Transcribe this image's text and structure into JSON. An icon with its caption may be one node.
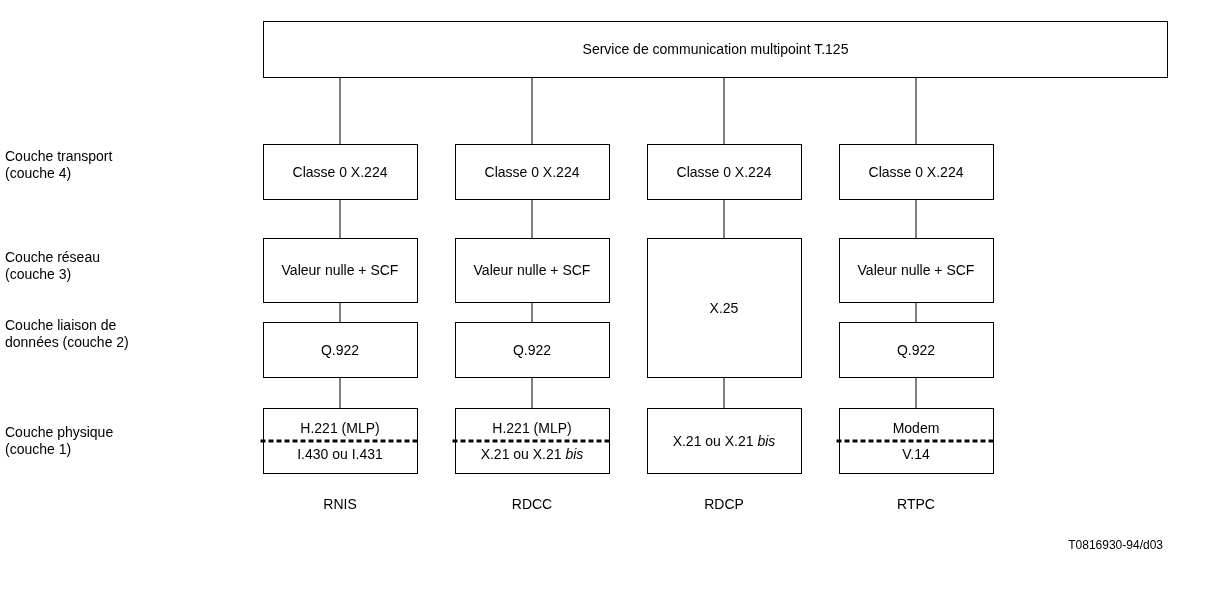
{
  "diagram": {
    "nodes": [
      {
        "text": [
          "Service de communication multipoint T.125"
        ]
      },
      {
        "text": [
          "Classe 0 X.224"
        ]
      },
      {
        "text": [
          "Valeur nulle + SCF"
        ]
      },
      {
        "text": [
          "Q.922"
        ]
      },
      {
        "text": [
          "H.221 (MLP)",
          "I.430 ou I.431"
        ]
      },
      {
        "text": [
          "Classe 0 X.224"
        ]
      },
      {
        "text": [
          "Valeur nulle + SCF"
        ]
      },
      {
        "text": [
          "Q.922"
        ]
      },
      {
        "text": [
          "H.221 (MLP)",
          "X.21 ou X.21 *bis*"
        ]
      },
      {
        "text": [
          "Classe 0 X.224"
        ]
      },
      {
        "text": [
          "X.25"
        ]
      },
      {
        "text": [
          "X.21 ou X.21 *bis*"
        ]
      },
      {
        "text": [
          "Classe 0 X.224"
        ]
      },
      {
        "text": [
          "Valeur nulle + SCF"
        ]
      },
      {
        "text": [
          "Q.922"
        ]
      },
      {
        "text": [
          "Modem",
          "V.14"
        ]
      }
    ],
    "edges": [
      {
        "from": 0,
        "to": 1,
        "arrow": "none"
      },
      {
        "from": 0,
        "to": 5,
        "arrow": "none"
      },
      {
        "from": 0,
        "to": 9,
        "arrow": "none"
      },
      {
        "from": 0,
        "to": 12,
        "arrow": "none"
      },
      {
        "from": 1,
        "to": 2,
        "arrow": "none"
      },
      {
        "from": 2,
        "to": 3,
        "arrow": "none"
      },
      {
        "from": 3,
        "to": 4,
        "arrow": "none"
      },
      {
        "from": 5,
        "to": 6,
        "arrow": "none"
      },
      {
        "from": 6,
        "to": 7,
        "arrow": "none"
      },
      {
        "from": 7,
        "to": 8,
        "arrow": "none"
      },
      {
        "from": 9,
        "to": 10,
        "arrow": "none"
      },
      {
        "from": 10,
        "to": 11,
        "arrow": "none"
      },
      {
        "from": 12,
        "to": 13,
        "arrow": "none"
      },
      {
        "from": 13,
        "to": 14,
        "arrow": "none"
      },
      {
        "from": 14,
        "to": 15,
        "arrow": "none"
      }
    ],
    "labels": [
      "Couche transport (couche 4)",
      "Couche réseau (couche 3)",
      "Couche liaison de données (couche 2)",
      "Couche physique (couche 1)",
      "RNIS",
      "RDCC",
      "RDCP",
      "RTPC",
      "T0816930-94/d03"
    ]
  }
}
